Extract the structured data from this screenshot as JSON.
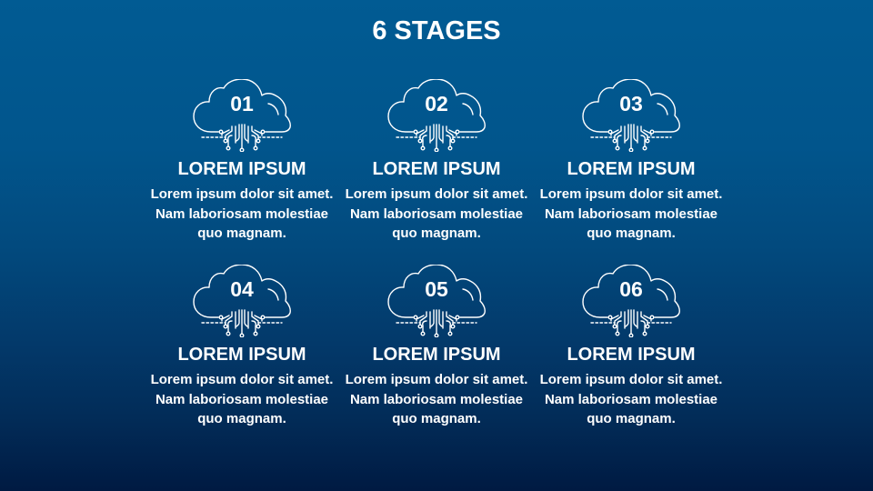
{
  "title": "6 STAGES",
  "colors": {
    "background_top": "#015b93",
    "background_bottom": "#001a42",
    "text": "#ffffff"
  },
  "stages": [
    {
      "number": "01",
      "icon": "cloud-circuit-icon",
      "heading": "LOREM IPSUM",
      "body": "Lorem ipsum dolor sit amet. Nam laboriosam molestiae quo magnam."
    },
    {
      "number": "02",
      "icon": "cloud-circuit-icon",
      "heading": "LOREM IPSUM",
      "body": "Lorem ipsum dolor sit amet. Nam laboriosam molestiae quo magnam."
    },
    {
      "number": "03",
      "icon": "cloud-circuit-icon",
      "heading": "LOREM IPSUM",
      "body": "Lorem ipsum dolor sit amet. Nam laboriosam molestiae quo magnam."
    },
    {
      "number": "04",
      "icon": "cloud-circuit-icon",
      "heading": "LOREM IPSUM",
      "body": "Lorem ipsum dolor sit amet. Nam laboriosam molestiae quo magnam."
    },
    {
      "number": "05",
      "icon": "cloud-circuit-icon",
      "heading": "LOREM IPSUM",
      "body": "Lorem ipsum dolor sit amet. Nam laboriosam molestiae quo magnam."
    },
    {
      "number": "06",
      "icon": "cloud-circuit-icon",
      "heading": "LOREM IPSUM",
      "body": "Lorem ipsum dolor sit amet. Nam laboriosam molestiae quo magnam."
    }
  ]
}
